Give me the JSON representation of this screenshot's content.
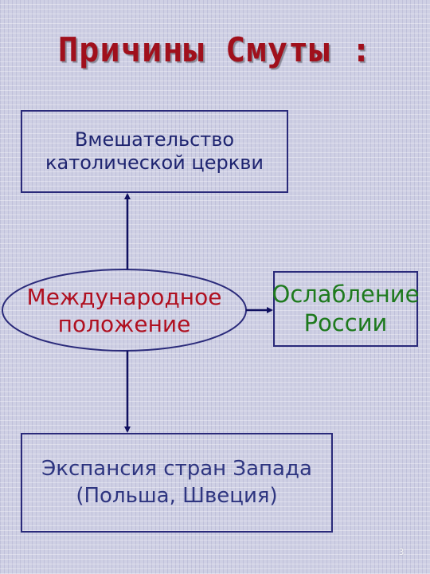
{
  "title": "Причины Смуты :",
  "nodes": {
    "church": {
      "line1": "Вмешательство",
      "line2": "католической церкви"
    },
    "international": {
      "line1": "Международное",
      "line2": "положение"
    },
    "weakening": {
      "line1": "Ослабление",
      "line2": "России"
    },
    "expansion": {
      "line1": "Экспансия стран Запада",
      "line2": "(Польша, Швеция)"
    }
  },
  "page_number": "3",
  "colors": {
    "title": "#a0101c",
    "outline": "#2a2a7a",
    "church_text": "#1e2470",
    "international_text": "#b01020",
    "weakening_text": "#1e7a1e",
    "expansion_text": "#2e3580"
  }
}
